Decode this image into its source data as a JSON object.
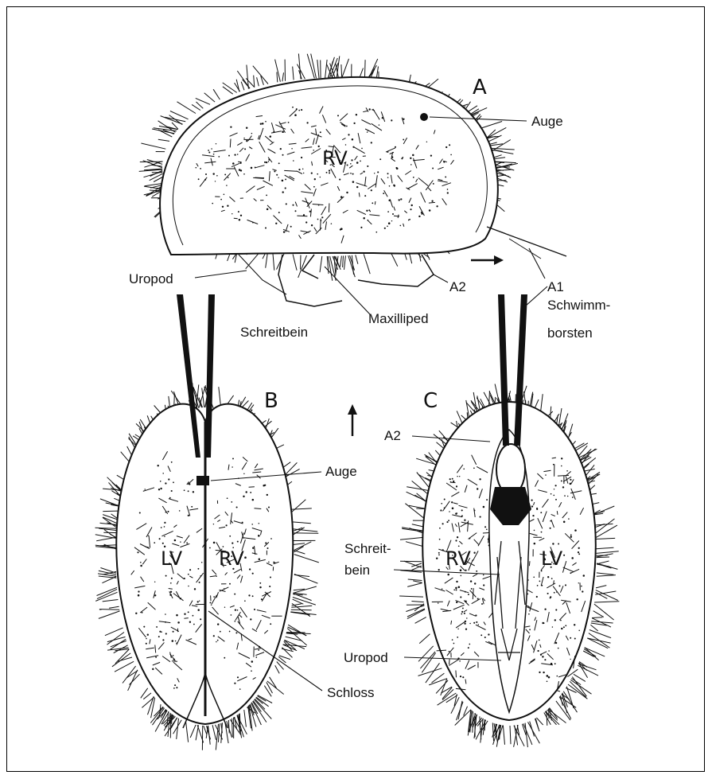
{
  "panels": {
    "A": {
      "letter": "A",
      "valve": "RV",
      "labels": {
        "auge": "Auge",
        "uropod": "Uropod",
        "a2": "A2",
        "schreitbein": "Schreitbein",
        "maxilliped": "Maxilliped",
        "a1": "A1",
        "schwimm1": "Schwimm-",
        "schwimm2": "borsten"
      }
    },
    "B": {
      "letter": "B",
      "left_valve": "LV",
      "right_valve": "RV",
      "labels": {
        "auge": "Auge",
        "schloss": "Schloss"
      }
    },
    "C": {
      "letter": "C",
      "left_valve": "RV",
      "right_valve": "LV",
      "labels": {
        "a2": "A2",
        "schreit1": "Schreit-",
        "schreit2": "bein",
        "uropod": "Uropod"
      }
    }
  },
  "colors": {
    "ink": "#111111",
    "paper": "#ffffff"
  }
}
